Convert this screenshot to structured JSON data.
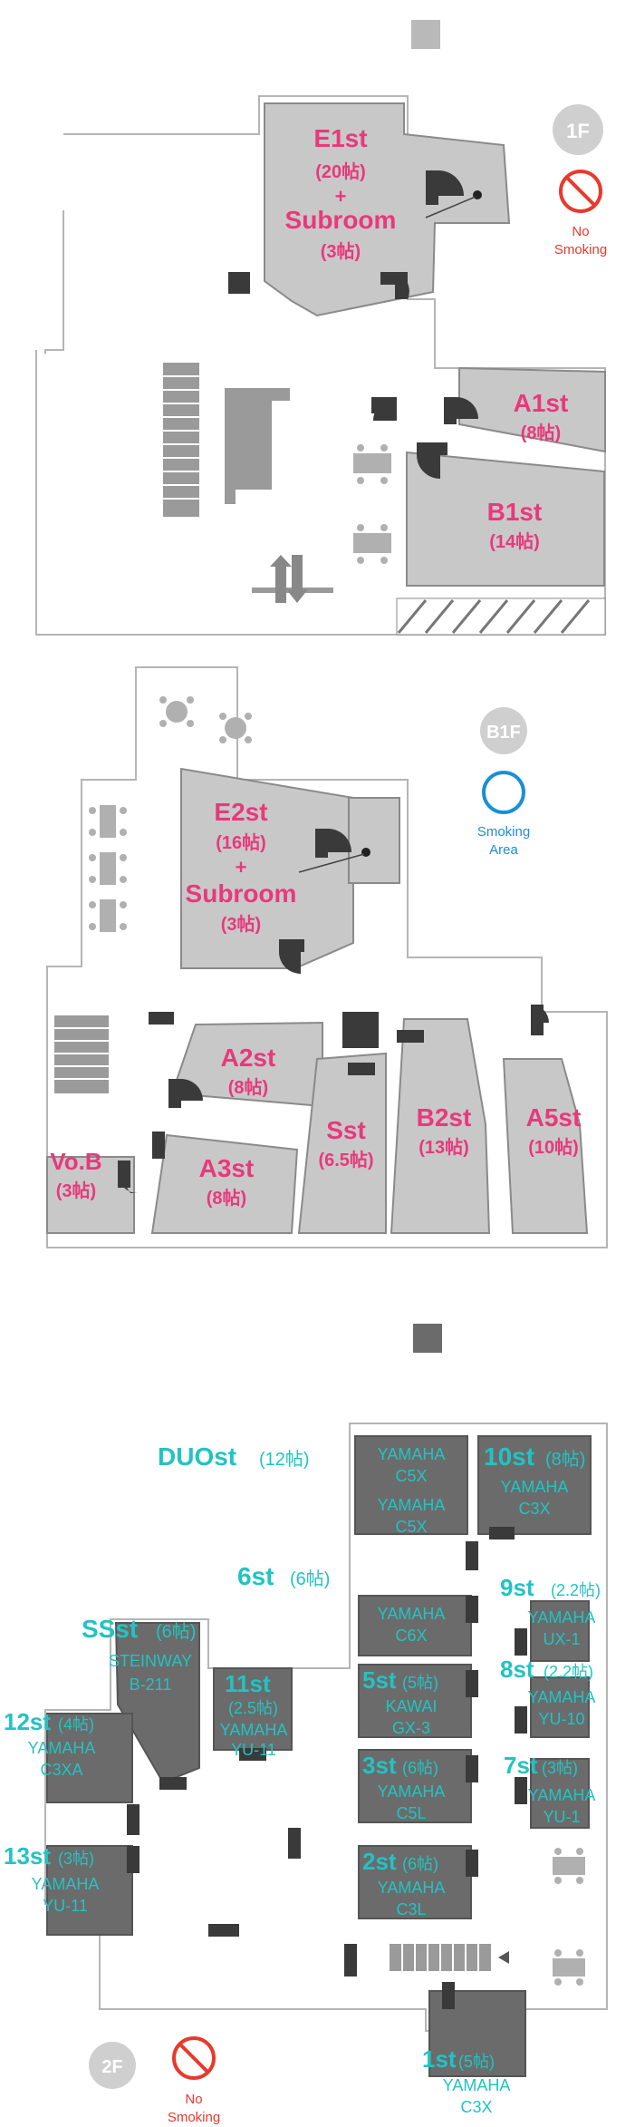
{
  "floor1": {
    "badge": "1F",
    "no_smoking": [
      "No",
      "Smoking"
    ],
    "rooms": {
      "e1": [
        "E1st",
        "(20帖)",
        "+",
        "Subroom",
        "(3帖)"
      ],
      "a1": [
        "A1st",
        "(8帖)"
      ],
      "b1": [
        "B1st",
        "(14帖)"
      ]
    }
  },
  "floorB1": {
    "badge": "B1F",
    "smoking_area": [
      "Smoking",
      "Area"
    ],
    "rooms": {
      "e2": [
        "E2st",
        "(16帖)",
        "+",
        "Subroom",
        "(3帖)"
      ],
      "a2": [
        "A2st",
        "(8帖)"
      ],
      "a3": [
        "A3st",
        "(8帖)"
      ],
      "s": [
        "Sst",
        "(6.5帖)"
      ],
      "b2": [
        "B2st",
        "(13帖)"
      ],
      "a5": [
        "A5st",
        "(10帖)"
      ],
      "vob": [
        "Vo.B",
        "(3帖)"
      ]
    }
  },
  "floor2": {
    "badge": "2F",
    "no_smoking": [
      "No",
      "Smoking"
    ],
    "rooms": {
      "duo": {
        "name": "DUOst",
        "size": "(12帖)",
        "pianos": [
          "YAMAHA",
          "C5X",
          "YAMAHA",
          "C5X"
        ]
      },
      "r10": {
        "name": "10st",
        "size": "(8帖)",
        "piano": [
          "YAMAHA",
          "C3X"
        ]
      },
      "r6": {
        "name": "6st",
        "size": "(6帖)",
        "piano": [
          "YAMAHA",
          "C6X"
        ]
      },
      "r9": {
        "name": "9st",
        "size": "(2.2帖)",
        "piano": [
          "YAMAHA",
          "UX-1"
        ]
      },
      "ss": {
        "name": "SSst",
        "size": "(6帖)",
        "piano": [
          "STEINWAY",
          "B-211"
        ]
      },
      "r11": {
        "name": "11st",
        "size": "(2.5帖)",
        "piano": [
          "YAMAHA",
          "YU-11"
        ]
      },
      "r5": {
        "name": "5st",
        "size": "(5帖)",
        "piano": [
          "KAWAI",
          "GX-3"
        ]
      },
      "r8": {
        "name": "8st",
        "size": "(2.2帖)",
        "piano": [
          "YAMAHA",
          "YU-10"
        ]
      },
      "r12": {
        "name": "12st",
        "size": "(4帖)",
        "piano": [
          "YAMAHA",
          "C3XA"
        ]
      },
      "r3": {
        "name": "3st",
        "size": "(6帖)",
        "piano": [
          "YAMAHA",
          "C5L"
        ]
      },
      "r7": {
        "name": "7st",
        "size": "(3帖)",
        "piano": [
          "YAMAHA",
          "YU-1"
        ]
      },
      "r13": {
        "name": "13st",
        "size": "(3帖)",
        "piano": [
          "YAMAHA",
          "YU-11"
        ]
      },
      "r2": {
        "name": "2st",
        "size": "(6帖)",
        "piano": [
          "YAMAHA",
          "C3L"
        ]
      },
      "r1": {
        "name": "1st",
        "size": "(5帖)",
        "piano": [
          "YAMAHA",
          "C3X"
        ]
      }
    }
  }
}
